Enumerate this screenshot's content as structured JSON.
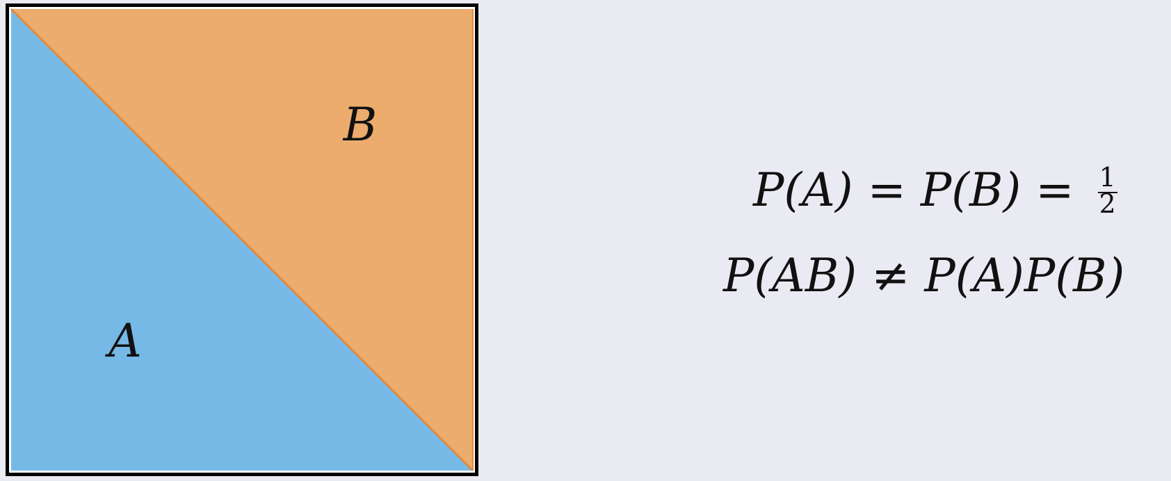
{
  "diagram": {
    "region_a": {
      "label": "A",
      "color": "#76b9e6"
    },
    "region_b": {
      "label": "B",
      "color": "#ebac6d"
    },
    "border_color": "#000000",
    "divider_color": "#e2893c"
  },
  "formulas": {
    "line1": {
      "p_a": "P(A)",
      "eq_1": "=",
      "p_b": "P(B)",
      "eq_2": "=",
      "frac_num": "1",
      "frac_den": "2"
    },
    "line2": {
      "p_ab": "P(AB)",
      "neq": "≠",
      "p_a_p_b": "P(A)P(B)"
    }
  }
}
